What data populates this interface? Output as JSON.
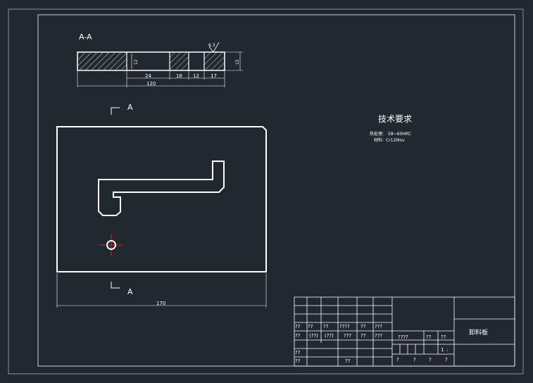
{
  "section_view": {
    "label": "A-A",
    "dims": {
      "d24": "24",
      "d16": "16",
      "d12": "12",
      "d17": "17",
      "d120": "120",
      "d15": "15",
      "d12_small": "12",
      "rough": "6.3"
    }
  },
  "plan_view": {
    "arrow_label_top": "A",
    "arrow_label_bottom": "A",
    "dim_width": "170"
  },
  "tech_requirements": {
    "title": "技术要求",
    "line1_label": "热处理:",
    "line1_value": "58~60HRC",
    "line2_label": "材料:",
    "line2_value": "Cr12Mov"
  },
  "title_block": {
    "part_name": "卸料板",
    "cells": {
      "r1c1": "??",
      "r1c2": "??",
      "r1c3": "??",
      "r1c4": "????",
      "r1c5": "??",
      "r1c6": "???",
      "r2c1": "??",
      "r2c2": "(??)",
      "r2c3": "(??)",
      "r2c4": "???",
      "r2c5": "??",
      "r2c6": "???",
      "r2c7": "????",
      "r2c8": "??",
      "r2c9": "??",
      "r3c1": "??",
      "r3c8": "1",
      "r4c1": "??",
      "r4c2": "??",
      "r4c3": "?",
      "r4c4": "?",
      "r4c5": "?",
      "r4c6": "?"
    },
    "scale_sep": ":"
  },
  "colors": {
    "background": "#212830",
    "line": "#ffffff",
    "center_mark": "#e02020",
    "frame": "#a0a6ac"
  }
}
